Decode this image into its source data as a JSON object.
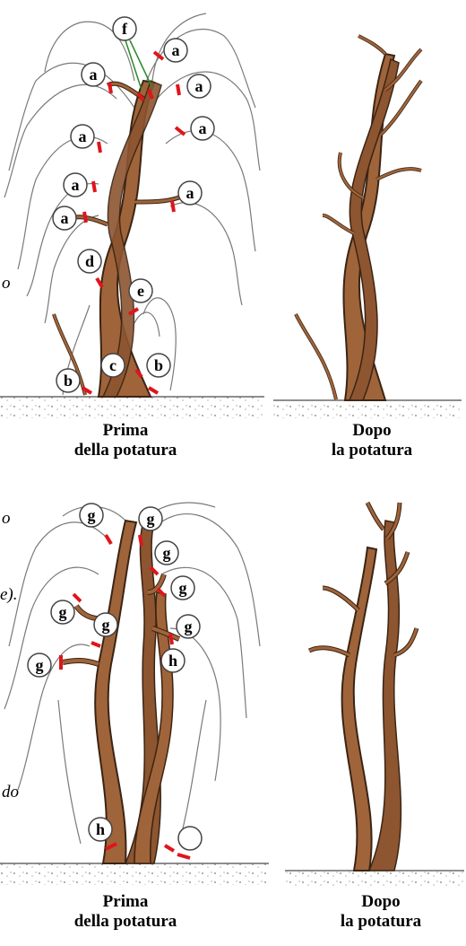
{
  "panels": [
    {
      "id": "top",
      "before_caption": [
        "Prima",
        "della potatura"
      ],
      "after_caption": [
        "Dopo",
        "la potatura"
      ],
      "labels": [
        "f",
        "a",
        "a",
        "a",
        "a",
        "a",
        "a",
        "a",
        "a",
        "d",
        "e",
        "c",
        "b",
        "b"
      ]
    },
    {
      "id": "bottom",
      "before_caption": [
        "Prima",
        "della potatura"
      ],
      "after_caption": [
        "Dopo",
        "la potatura"
      ],
      "labels": [
        "g",
        "g",
        "g",
        "g",
        "g",
        "g",
        "g",
        "g",
        "h",
        "h"
      ]
    }
  ],
  "edge_fragments": [
    "o",
    "o",
    "e).",
    "do"
  ],
  "colors": {
    "trunk": "#a0643a",
    "trunk_outline": "#3a2414",
    "branch_gray": "#7a7a7a",
    "cut_mark": "#e0141c",
    "f_lines": "#2a8a2a",
    "ground": "#c8c8c8"
  }
}
